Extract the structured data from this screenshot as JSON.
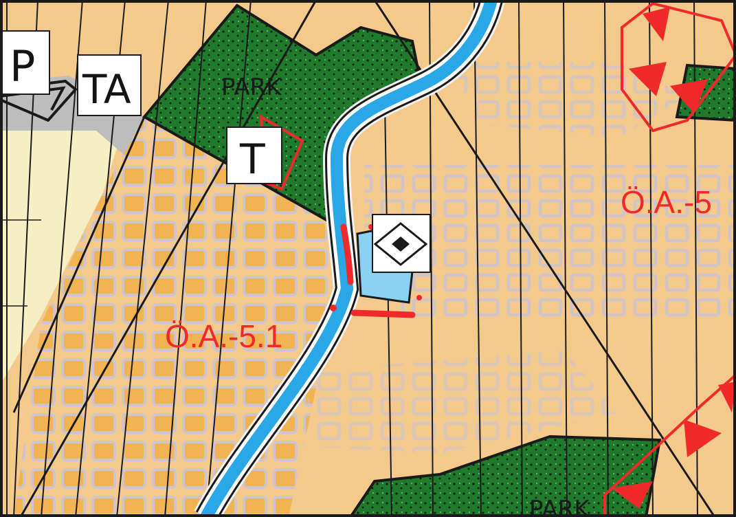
{
  "map": {
    "colors": {
      "residential": "#f4c98c",
      "residential_dense": "#f2b04c",
      "built_overlay": "#b9b4c8",
      "cream": "#f7efc4",
      "park": "#1f7a2c",
      "park_dark": "#145a1e",
      "river": "#2aa7e6",
      "road_grey": "#bdbdbd",
      "boundary": "#1a1a1a",
      "red_overlay": "#f02a2a"
    },
    "labels": {
      "top_left_p": "P",
      "top_left_ta": "TA",
      "park_top": "PARK",
      "t_box": "T",
      "zone_left": "Ö.A.-5.1",
      "zone_right": "Ö.A.-5",
      "park_bottom": "PARK"
    },
    "icons": {
      "facility_symbol": "diamond-in-square-icon",
      "restriction_markers": "red-triangle-icon"
    }
  }
}
